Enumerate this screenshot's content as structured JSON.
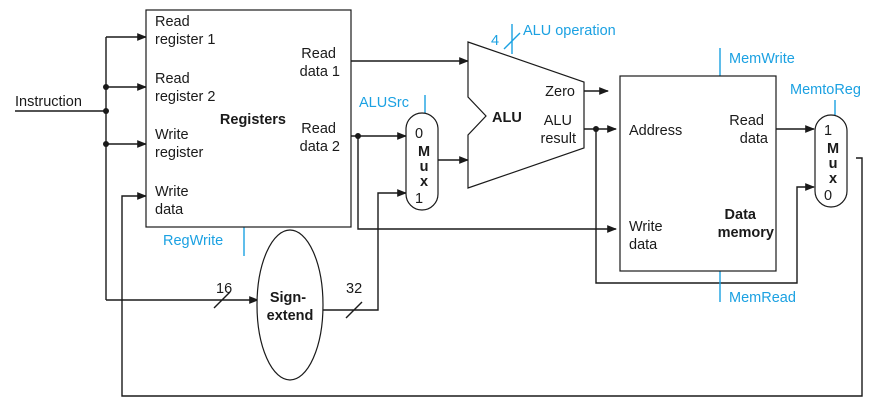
{
  "inputs": {
    "instruction": "Instruction"
  },
  "registers": {
    "title": "Registers",
    "read_register_1": [
      "Read",
      "register 1"
    ],
    "read_register_2": [
      "Read",
      "register 2"
    ],
    "write_register": [
      "Write",
      "register"
    ],
    "write_data": [
      "Write",
      "data"
    ],
    "read_data_1": [
      "Read",
      "data 1"
    ],
    "read_data_2": [
      "Read",
      "data 2"
    ]
  },
  "sign_extend": {
    "label": [
      "Sign-",
      "extend"
    ],
    "in_width": "16",
    "out_width": "32"
  },
  "alu_src_mux": {
    "control": "ALUSrc",
    "input_0": "0",
    "input_1": "1",
    "letters": [
      "M",
      "u",
      "x"
    ]
  },
  "alu": {
    "title": "ALU",
    "control": "ALU operation",
    "control_width": "4",
    "zero": "Zero",
    "result": [
      "ALU",
      "result"
    ]
  },
  "data_memory": {
    "title": [
      "Data",
      "memory"
    ],
    "address": "Address",
    "read_data": [
      "Read",
      "data"
    ],
    "write_data": [
      "Write",
      "data"
    ],
    "mem_write": "MemWrite",
    "mem_read": "MemRead"
  },
  "mem_to_reg_mux": {
    "control": "MemtoReg",
    "input_1": "1",
    "input_0": "0",
    "letters": [
      "M",
      "u",
      "x"
    ]
  },
  "controls": {
    "reg_write": "RegWrite"
  },
  "colors": {
    "wire": "#1a1a1a",
    "control": "#1ba1e2"
  }
}
